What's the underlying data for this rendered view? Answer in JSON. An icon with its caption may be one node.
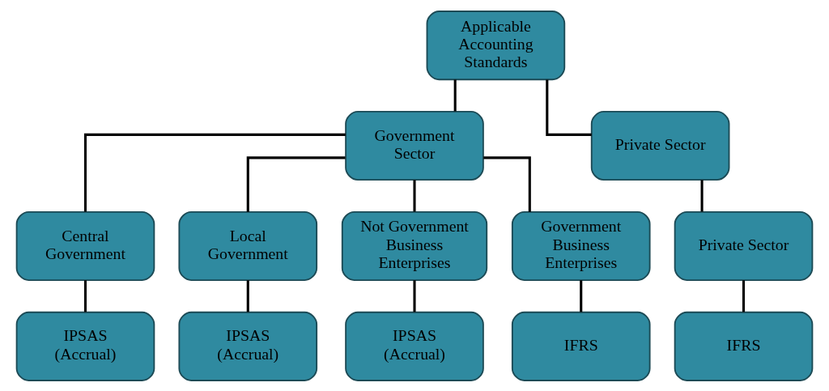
{
  "diagram": {
    "nodes": [
      {
        "text": [
          "Applicable Accounting Standards"
        ]
      },
      {
        "text": [
          "Government Sector"
        ]
      },
      {
        "text": [
          "Private Sector"
        ]
      },
      {
        "text": [
          "Central Government"
        ]
      },
      {
        "text": [
          "Local Government"
        ]
      },
      {
        "text": [
          "Not Government Business Enterprises"
        ]
      },
      {
        "text": [
          "Government Business Enterprises"
        ]
      },
      {
        "text": [
          "Private Sector"
        ]
      },
      {
        "text": [
          "IPSAS (Accrual)"
        ]
      },
      {
        "text": [
          "IPSAS (Accrual)"
        ]
      },
      {
        "text": [
          "IPSAS (Accrual)"
        ]
      },
      {
        "text": [
          "IFRS"
        ]
      },
      {
        "text": [
          "IFRS"
        ]
      }
    ],
    "edges": [
      {
        "from": 0,
        "to": 1,
        "arrow": "none"
      },
      {
        "from": 0,
        "to": 2,
        "arrow": "none"
      },
      {
        "from": 1,
        "to": 3,
        "arrow": "none"
      },
      {
        "from": 1,
        "to": 4,
        "arrow": "none"
      },
      {
        "from": 1,
        "to": 5,
        "arrow": "none"
      },
      {
        "from": 1,
        "to": 6,
        "arrow": "none"
      },
      {
        "from": 2,
        "to": 7,
        "arrow": "none"
      },
      {
        "from": 3,
        "to": 8,
        "arrow": "none"
      },
      {
        "from": 4,
        "to": 9,
        "arrow": "none"
      },
      {
        "from": 5,
        "to": 10,
        "arrow": "none"
      },
      {
        "from": 6,
        "to": 11,
        "arrow": "none"
      },
      {
        "from": 7,
        "to": 12,
        "arrow": "none"
      }
    ]
  }
}
